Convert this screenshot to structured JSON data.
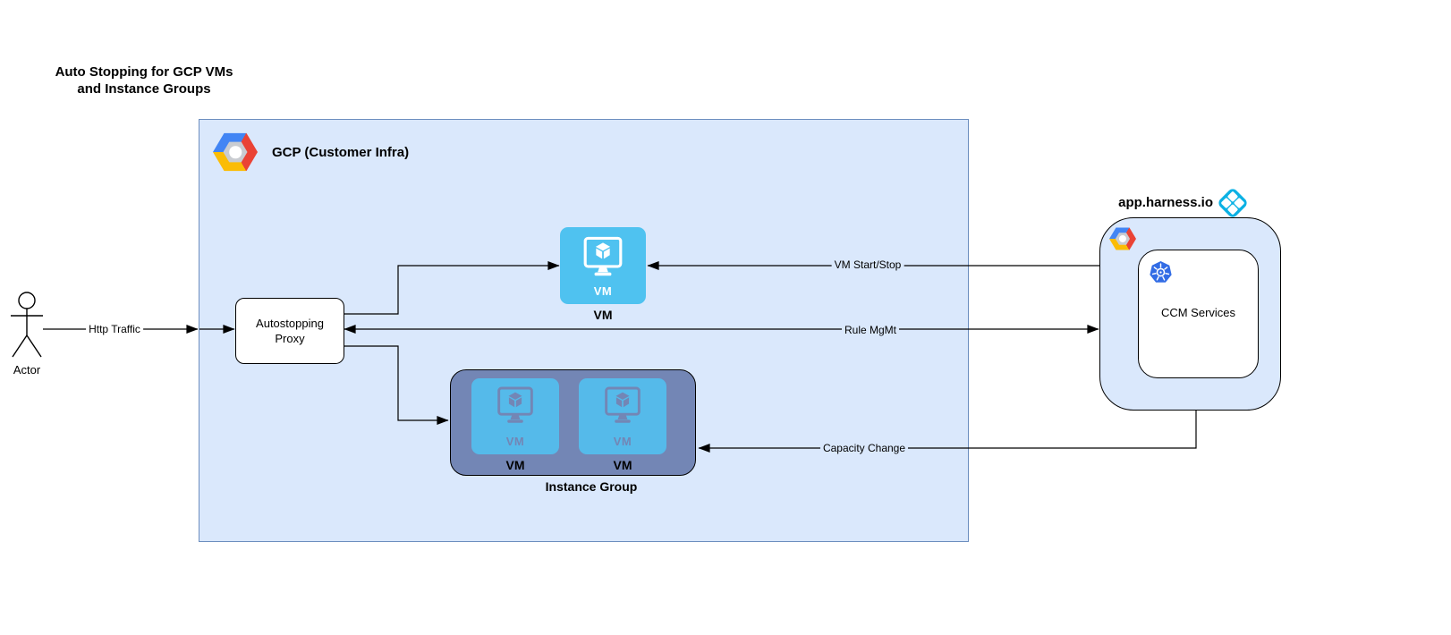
{
  "diagram": {
    "title_lines": [
      "Auto Stopping for GCP VMs",
      "and Instance Groups"
    ]
  },
  "actor": {
    "label": "Actor"
  },
  "gcp_container": {
    "label": "GCP (Customer Infra)"
  },
  "proxy": {
    "label": "Autostopping Proxy"
  },
  "vm_node": {
    "icon_text": "VM",
    "label": "VM"
  },
  "instance_group": {
    "label": "Instance Group",
    "vms": [
      {
        "icon_text": "VM",
        "label": "VM"
      },
      {
        "icon_text": "VM",
        "label": "VM"
      }
    ]
  },
  "harness": {
    "domain_label": "app.harness.io",
    "ccm_services_label": "CCM Services"
  },
  "edges": {
    "http_traffic": "Http Traffic",
    "vm_start_stop": "VM Start/Stop",
    "rule_mgmt": "Rule MgMt",
    "capacity_change": "Capacity Change"
  },
  "colors": {
    "container_fill": "#dae8fc",
    "container_stroke": "#6c8ebf",
    "vm_icon_blue": "#4fc2f0",
    "instance_group_fill": "#7386b5",
    "instance_group_vm_fill": "#55baea",
    "harness_blue": "#0bb1e4",
    "kubernetes_blue": "#326ce5",
    "gcp_blue": "#4285f4",
    "gcp_red": "#ea4335",
    "gcp_yellow": "#fbbc05"
  }
}
